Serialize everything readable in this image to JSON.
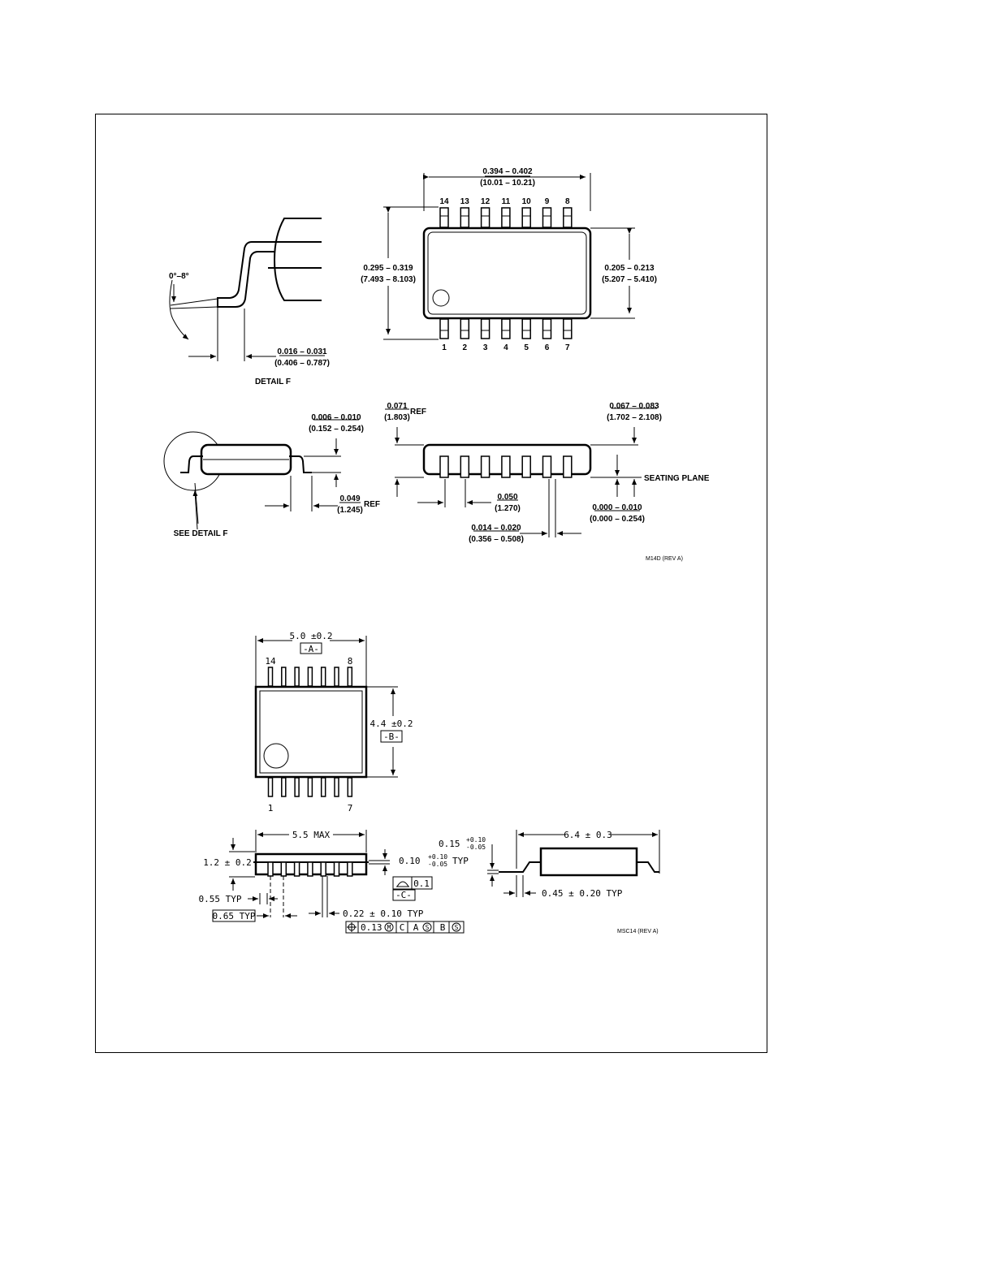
{
  "m14d": {
    "top_width": "0.394 – 0.402",
    "top_width_mm": "(10.01 – 10.21)",
    "pins_top": [
      "14",
      "13",
      "12",
      "11",
      "10",
      "9",
      "8"
    ],
    "pins_bottom": [
      "1",
      "2",
      "3",
      "4",
      "5",
      "6",
      "7"
    ],
    "overall_width": "0.295 – 0.319",
    "overall_width_mm": "(7.493 – 8.103)",
    "body_width": "0.205 – 0.213",
    "body_width_mm": "(5.207 – 5.410)",
    "angle": "0°–8°",
    "foot_length": "0.016 – 0.031",
    "foot_length_mm": "(0.406 – 0.787)",
    "detail_label": "DETAIL F",
    "lead_thickness": "0.006 – 0.010",
    "lead_thickness_mm": "(0.152 – 0.254)",
    "lead_offset": "0.049",
    "lead_offset_mm": "(1.245)",
    "ref": "REF",
    "see_detail": "SEE DETAIL F",
    "end_ref": "0.071",
    "end_ref_mm": "(1.803)",
    "height": "0.067 – 0.083",
    "height_mm": "(1.702 – 2.108)",
    "seating_plane": "SEATING PLANE",
    "standoff": "0.000 – 0.010",
    "standoff_mm": "(0.000 – 0.254)",
    "pitch": "0.050",
    "pitch_mm": "(1.270)",
    "lead_width": "0.014 – 0.020",
    "lead_width_mm": "(0.356 – 0.508)",
    "code": "M14D (REV A)"
  },
  "msc14": {
    "length": "5.0 ±0.2",
    "datum_a": "-A-",
    "pin14": "14",
    "pin8": "8",
    "pin1": "1",
    "pin7": "7",
    "width": "4.4 ±0.2",
    "datum_b": "-B-",
    "max_len": "5.5 MAX",
    "height": "1.2 ± 0.2",
    "lead_thick": "0.10",
    "lead_thick_tol_hi": "+0.10",
    "lead_thick_tol_lo": "-0.05",
    "typ": "TYP",
    "flat_sym": "0.1",
    "datum_c": "-C-",
    "typ_055": "0.55 TYP",
    "pitch_typ": "0.65 TYP",
    "lead_width": "0.22 ± 0.10 TYP",
    "pos_tol": "0.13",
    "fc_c": "C",
    "fc_a": "A",
    "fc_b": "B",
    "fc_m": "M",
    "fc_s": "S",
    "standoff": "0.15",
    "standoff_hi": "+0.10",
    "standoff_lo": "-0.05",
    "overall": "6.4 ± 0.3",
    "foot": "0.45 ± 0.20 TYP",
    "code": "MSC14 (REV A)"
  }
}
